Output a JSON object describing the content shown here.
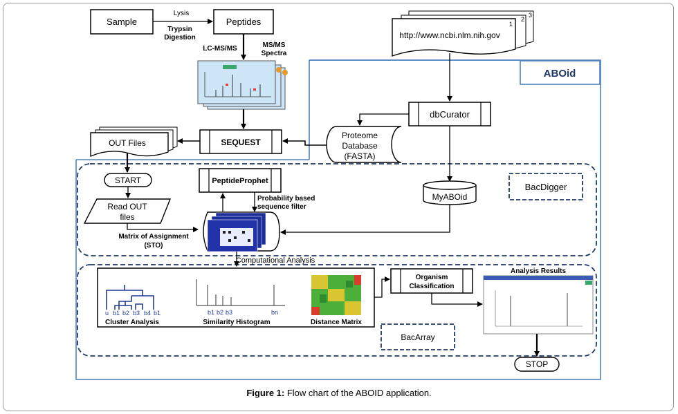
{
  "nodes": {
    "sample": "Sample",
    "peptides": "Peptides",
    "lysis": "Lysis",
    "trypsin_line1": "Trypsin",
    "trypsin_line2": "Digestion",
    "lcmsms": "LC-MS/MS",
    "msms_line1": "MS/MS",
    "msms_line2": "Spectra",
    "ncbi_url": "http://www.ncbi.nlm.nih.gov",
    "page_num_1": "1",
    "page_num_2": "2",
    "page_num_3": "3",
    "aboid": "ABOid",
    "dbcurator": "dbCurator",
    "sequest": "SEQUEST",
    "out_files": "OUT Files",
    "proteome_line1": "Proteome",
    "proteome_line2": "Database",
    "proteome_line3": "(FASTA)",
    "start": "START",
    "peptideprophet": "PeptideProphet",
    "prob_line1": "Probability based",
    "prob_line2": "sequence filter",
    "myaboid": "MyABOid",
    "bacdigger": "BacDigger",
    "read_out_line1": "Read OUT",
    "read_out_line2": "files",
    "matrix_line1": "Matrix of Assignment",
    "matrix_line2": "(STO)",
    "computational": "Computational Analysis",
    "analysis_results": "Analysis Results",
    "organism_line1": "Organism",
    "organism_line2": "Classification",
    "cluster_analysis": "Cluster Analysis",
    "similarity_histogram": "Similarity Histogram",
    "distance_matrix": "Distance Matrix",
    "bacarray": "BacArray",
    "stop": "STOP",
    "b1": "b1",
    "b2": "b2",
    "b3": "b3",
    "b4": "b4",
    "bn": "bn",
    "dendro_u": "u"
  },
  "caption": {
    "label": "Figure 1:",
    "text": " Flow chart of the ABOID application."
  },
  "colors": {
    "aboid_border": "#4f81bd",
    "dashed_region": "#1f3864",
    "spectra_bg": "#cce5f7",
    "heatmap_green": "#4caf3a",
    "heatmap_red": "#d93c2a"
  }
}
